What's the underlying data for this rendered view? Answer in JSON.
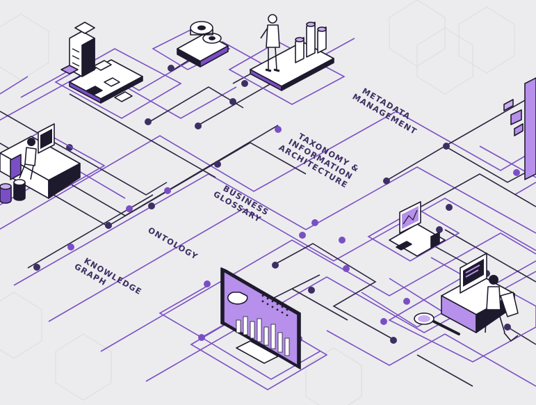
{
  "labels": {
    "metadata": [
      "METADATA",
      "MANAGEMENT"
    ],
    "taxonomy": [
      "TAXONOMY &",
      "INFORMATION",
      "ARCHITECTURE"
    ],
    "glossary": [
      "BUSINESS",
      "GLOSSARY"
    ],
    "ontology": [
      "ONTOLOGY"
    ],
    "knowledge": [
      "KNOWLEDGE",
      "GRAPH"
    ]
  },
  "colors": {
    "background": "#ececee",
    "accent": "#7a4fc4",
    "accent_light": "#c9aef0",
    "accent_fill": "#b690ea",
    "ink": "#1e1a2e",
    "node": "#3d2f63",
    "hex_grid": "#dcdce0",
    "white": "#ffffff"
  },
  "icons": [
    "server-city-icon",
    "gear-icon",
    "presenter-person-icon",
    "bar-chart-3d-icon",
    "desk-worker-icon",
    "database-cylinders-icon",
    "phone-screen-icon",
    "computer-terminal-icon",
    "monitor-dashboard-icon",
    "analyst-desk-icon",
    "magnifier-icon"
  ]
}
